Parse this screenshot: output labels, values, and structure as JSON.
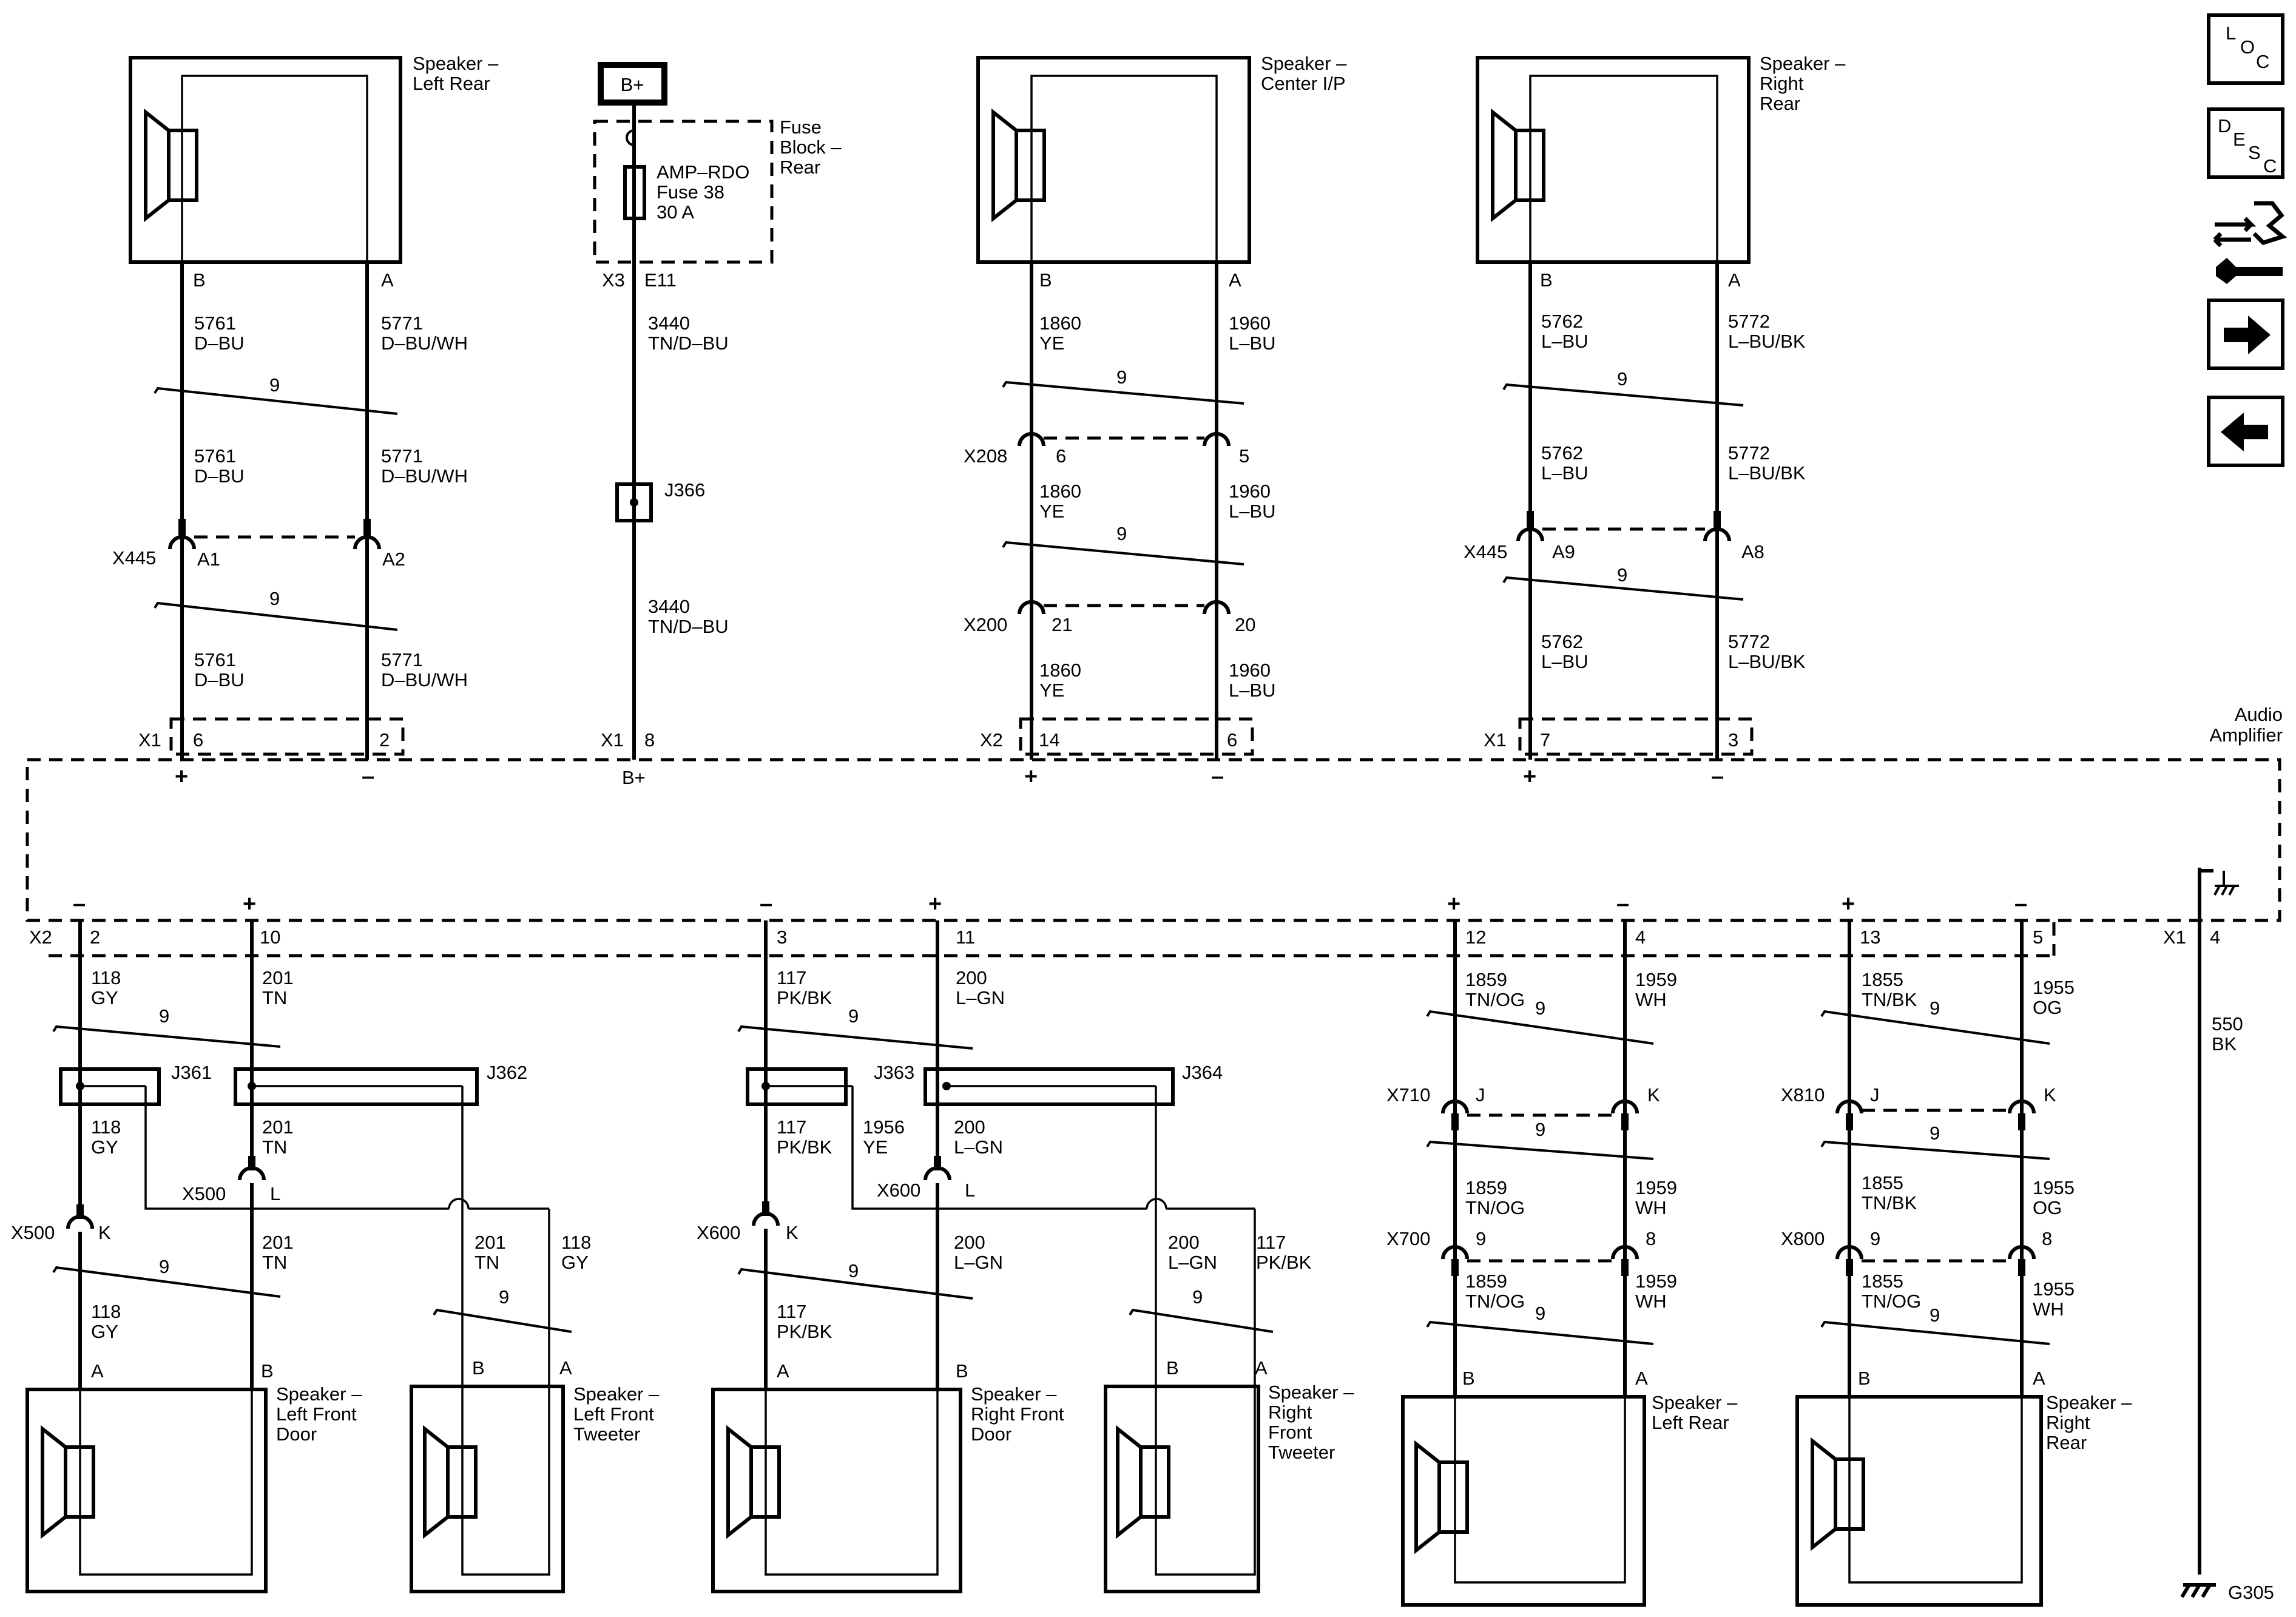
{
  "module": {
    "name_line1": "Audio",
    "name_line2": "Amplifier"
  },
  "power": {
    "bplus": "B+",
    "fuse_block": [
      "Fuse",
      "Block –",
      "Rear"
    ],
    "fuse": [
      "AMP–RDO",
      "Fuse 38",
      "30 A"
    ],
    "conn_top": "X3",
    "pin_top": "E11",
    "wire1": [
      "3440",
      "TN/D–BU"
    ],
    "splice": "J366",
    "wire2": [
      "3440",
      "TN/D–BU"
    ],
    "conn": "X1",
    "pin": "8",
    "module_pin_label": "B+"
  },
  "top_speakers": [
    {
      "title": [
        "Speaker –",
        "Left Rear"
      ],
      "pins": [
        "B",
        "A"
      ],
      "w1": [
        [
          "5761",
          "D–BU"
        ],
        [
          "5771",
          "D–BU/WH"
        ]
      ],
      "w2": [
        [
          "5761",
          "D–BU"
        ],
        [
          "5771",
          "D–BU/WH"
        ]
      ],
      "w3": [
        [
          "5761",
          "D–BU"
        ],
        [
          "5771",
          "D–BU/WH"
        ]
      ],
      "c1": {
        "name": "",
        "pins": [
          "",
          ""
        ]
      },
      "c2": {
        "name": "X445",
        "pins": [
          "A1",
          "A2"
        ]
      },
      "module_conn": "X1",
      "module_pins": [
        "6",
        "2"
      ],
      "polarity": [
        "+",
        "–"
      ]
    },
    {
      "title": [
        "Speaker –",
        "Center I/P"
      ],
      "pins": [
        "B",
        "A"
      ],
      "w1": [
        [
          "1860",
          "YE"
        ],
        [
          "1960",
          "L–BU"
        ]
      ],
      "w2": [
        [
          "1860",
          "YE"
        ],
        [
          "1960",
          "L–BU"
        ]
      ],
      "w3": [
        [
          "1860",
          "YE"
        ],
        [
          "1960",
          "L–BU"
        ]
      ],
      "c1": {
        "name": "X208",
        "pins": [
          "6",
          "5"
        ]
      },
      "c2": {
        "name": "X200",
        "pins": [
          "21",
          "20"
        ]
      },
      "module_conn": "X2",
      "module_pins": [
        "14",
        "6"
      ],
      "polarity": [
        "+",
        "–"
      ]
    },
    {
      "title": [
        "Speaker –",
        "Right",
        "Rear"
      ],
      "pins": [
        "B",
        "A"
      ],
      "w1": [
        [
          "5762",
          "L–BU"
        ],
        [
          "5772",
          "L–BU/BK"
        ]
      ],
      "w2": [
        [
          "5762",
          "L–BU"
        ],
        [
          "5772",
          "L–BU/BK"
        ]
      ],
      "w3": [
        [
          "5762",
          "L–BU"
        ],
        [
          "5772",
          "L–BU/BK"
        ]
      ],
      "c1": {
        "name": "",
        "pins": [
          "",
          ""
        ]
      },
      "c2": {
        "name": "X445",
        "pins": [
          "A9",
          "A8"
        ]
      },
      "module_conn": "X1",
      "module_pins": [
        "7",
        "3"
      ],
      "polarity": [
        "+",
        "–"
      ]
    }
  ],
  "twist": "9",
  "front_groups": [
    {
      "module_conn": "X2",
      "polarity": [
        "–",
        "+"
      ],
      "module_pins": [
        "2",
        "10"
      ],
      "wA": [
        "118",
        "GY"
      ],
      "wB": [
        "201",
        "TN"
      ],
      "splice_left": "J361",
      "splice_right": "J362",
      "wA2": [
        "118",
        "GY"
      ],
      "wB2": [
        "201",
        "TN"
      ],
      "wX": [
        "",
        ""
      ],
      "connL": "X500",
      "connL_pin": "L",
      "connK": "X500",
      "connK_pin": "K",
      "wA3": [
        "118",
        "GY"
      ],
      "wB3": [
        "201",
        "TN"
      ],
      "tw_wires": [
        [
          "201",
          "TN"
        ],
        [
          "118",
          "GY"
        ]
      ],
      "door": {
        "title": [
          "Speaker –",
          "Left Front",
          "Door"
        ],
        "pins": [
          "A",
          "B"
        ]
      },
      "tweeter": {
        "title": [
          "Speaker –",
          "Left Front",
          "Tweeter"
        ],
        "pins": [
          "B",
          "A"
        ]
      }
    },
    {
      "module_conn": "",
      "polarity": [
        "–",
        "+"
      ],
      "module_pins": [
        "3",
        "11"
      ],
      "wA": [
        "117",
        "PK/BK"
      ],
      "wB": [
        "200",
        "L–GN"
      ],
      "splice_left": "J363",
      "splice_right": "J364",
      "wA2": [
        "117",
        "PK/BK"
      ],
      "wB2": [
        "200",
        "L–GN"
      ],
      "wX": [
        "1956",
        "YE"
      ],
      "connL": "X600",
      "connL_pin": "L",
      "connK": "X600",
      "connK_pin": "K",
      "wA3": [
        "117",
        "PK/BK"
      ],
      "wB3": [
        "200",
        "L–GN"
      ],
      "tw_wires": [
        [
          "200",
          "L–GN"
        ],
        [
          "117",
          "PK/BK"
        ]
      ],
      "door": {
        "title": [
          "Speaker –",
          "Right Front",
          "Door"
        ],
        "pins": [
          "A",
          "B"
        ]
      },
      "tweeter": {
        "title": [
          "Speaker –",
          "Right",
          "Front",
          "Tweeter"
        ],
        "pins": [
          "B",
          "A"
        ]
      }
    }
  ],
  "rear_groups": [
    {
      "polarity": [
        "+",
        "–"
      ],
      "module_pins": [
        "12",
        "4"
      ],
      "w1": [
        [
          "1859",
          "TN/OG"
        ],
        [
          "1959",
          "WH"
        ]
      ],
      "c1": {
        "name": "X710",
        "pins": [
          "J",
          "K"
        ]
      },
      "w2": [
        [
          "1859",
          "TN/OG"
        ],
        [
          "1959",
          "WH"
        ]
      ],
      "c2": {
        "name": "X700",
        "pins": [
          "9",
          "8"
        ]
      },
      "w3": [
        [
          "1859",
          "TN/OG"
        ],
        [
          "1959",
          "WH"
        ]
      ],
      "speaker": {
        "title": [
          "Speaker –",
          "Left Rear"
        ],
        "pins": [
          "B",
          "A"
        ]
      }
    },
    {
      "polarity": [
        "+",
        "–"
      ],
      "module_pins": [
        "13",
        "5"
      ],
      "w1": [
        [
          "1855",
          "TN/BK"
        ],
        [
          "1955",
          "OG"
        ]
      ],
      "c1": {
        "name": "X810",
        "pins": [
          "J",
          "K"
        ]
      },
      "w2": [
        [
          "1855",
          "TN/BK"
        ],
        [
          "1955",
          "OG"
        ]
      ],
      "c2": {
        "name": "X800",
        "pins": [
          "9",
          "8"
        ]
      },
      "w3": [
        [
          "1855",
          "TN/OG"
        ],
        [
          "1955",
          "WH"
        ]
      ],
      "speaker": {
        "title": [
          "Speaker –",
          "Right",
          "Rear"
        ],
        "pins": [
          "B",
          "A"
        ]
      }
    }
  ],
  "ground": {
    "conn": "X1",
    "pin": "4",
    "wire": [
      "550",
      "BK"
    ],
    "name": "G305"
  },
  "nav": {
    "loc": [
      "L",
      "O",
      "C"
    ],
    "desc": [
      "D",
      "E",
      "S",
      "C"
    ]
  }
}
